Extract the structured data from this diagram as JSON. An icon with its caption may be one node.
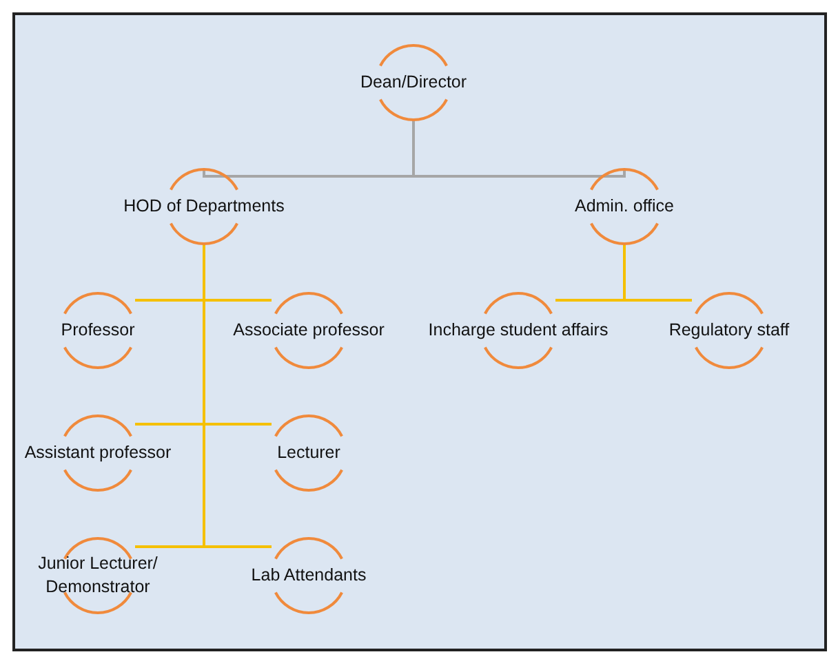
{
  "diagram": {
    "nodes": [
      {
        "text": [
          "Dean/Director"
        ]
      },
      {
        "text": [
          "HOD of Departments"
        ]
      },
      {
        "text": [
          "Admin. office"
        ]
      },
      {
        "text": [
          "Professor"
        ]
      },
      {
        "text": [
          "Associate professor"
        ]
      },
      {
        "text": [
          "Incharge student affairs"
        ]
      },
      {
        "text": [
          "Regulatory staff"
        ]
      },
      {
        "text": [
          "Assistant professor"
        ]
      },
      {
        "text": [
          "Lecturer"
        ]
      },
      {
        "text": [
          "Junior Lecturer/ Demonstrator"
        ]
      },
      {
        "text": [
          "Lab Attendants"
        ]
      }
    ],
    "edges": [
      {
        "from": 0,
        "to": 1,
        "arrow": "none",
        "color": "#a6a6a6"
      },
      {
        "from": 0,
        "to": 2,
        "arrow": "none",
        "color": "#a6a6a6"
      },
      {
        "from": 1,
        "to": 3,
        "arrow": "none"
      },
      {
        "from": 1,
        "to": 4,
        "arrow": "none"
      },
      {
        "from": 1,
        "to": 7,
        "arrow": "none"
      },
      {
        "from": 1,
        "to": 8,
        "arrow": "none"
      },
      {
        "from": 1,
        "to": 9,
        "arrow": "none"
      },
      {
        "from": 1,
        "to": 10,
        "arrow": "none"
      },
      {
        "from": 2,
        "to": 5,
        "arrow": "none"
      },
      {
        "from": 2,
        "to": 6,
        "arrow": "none"
      }
    ]
  }
}
